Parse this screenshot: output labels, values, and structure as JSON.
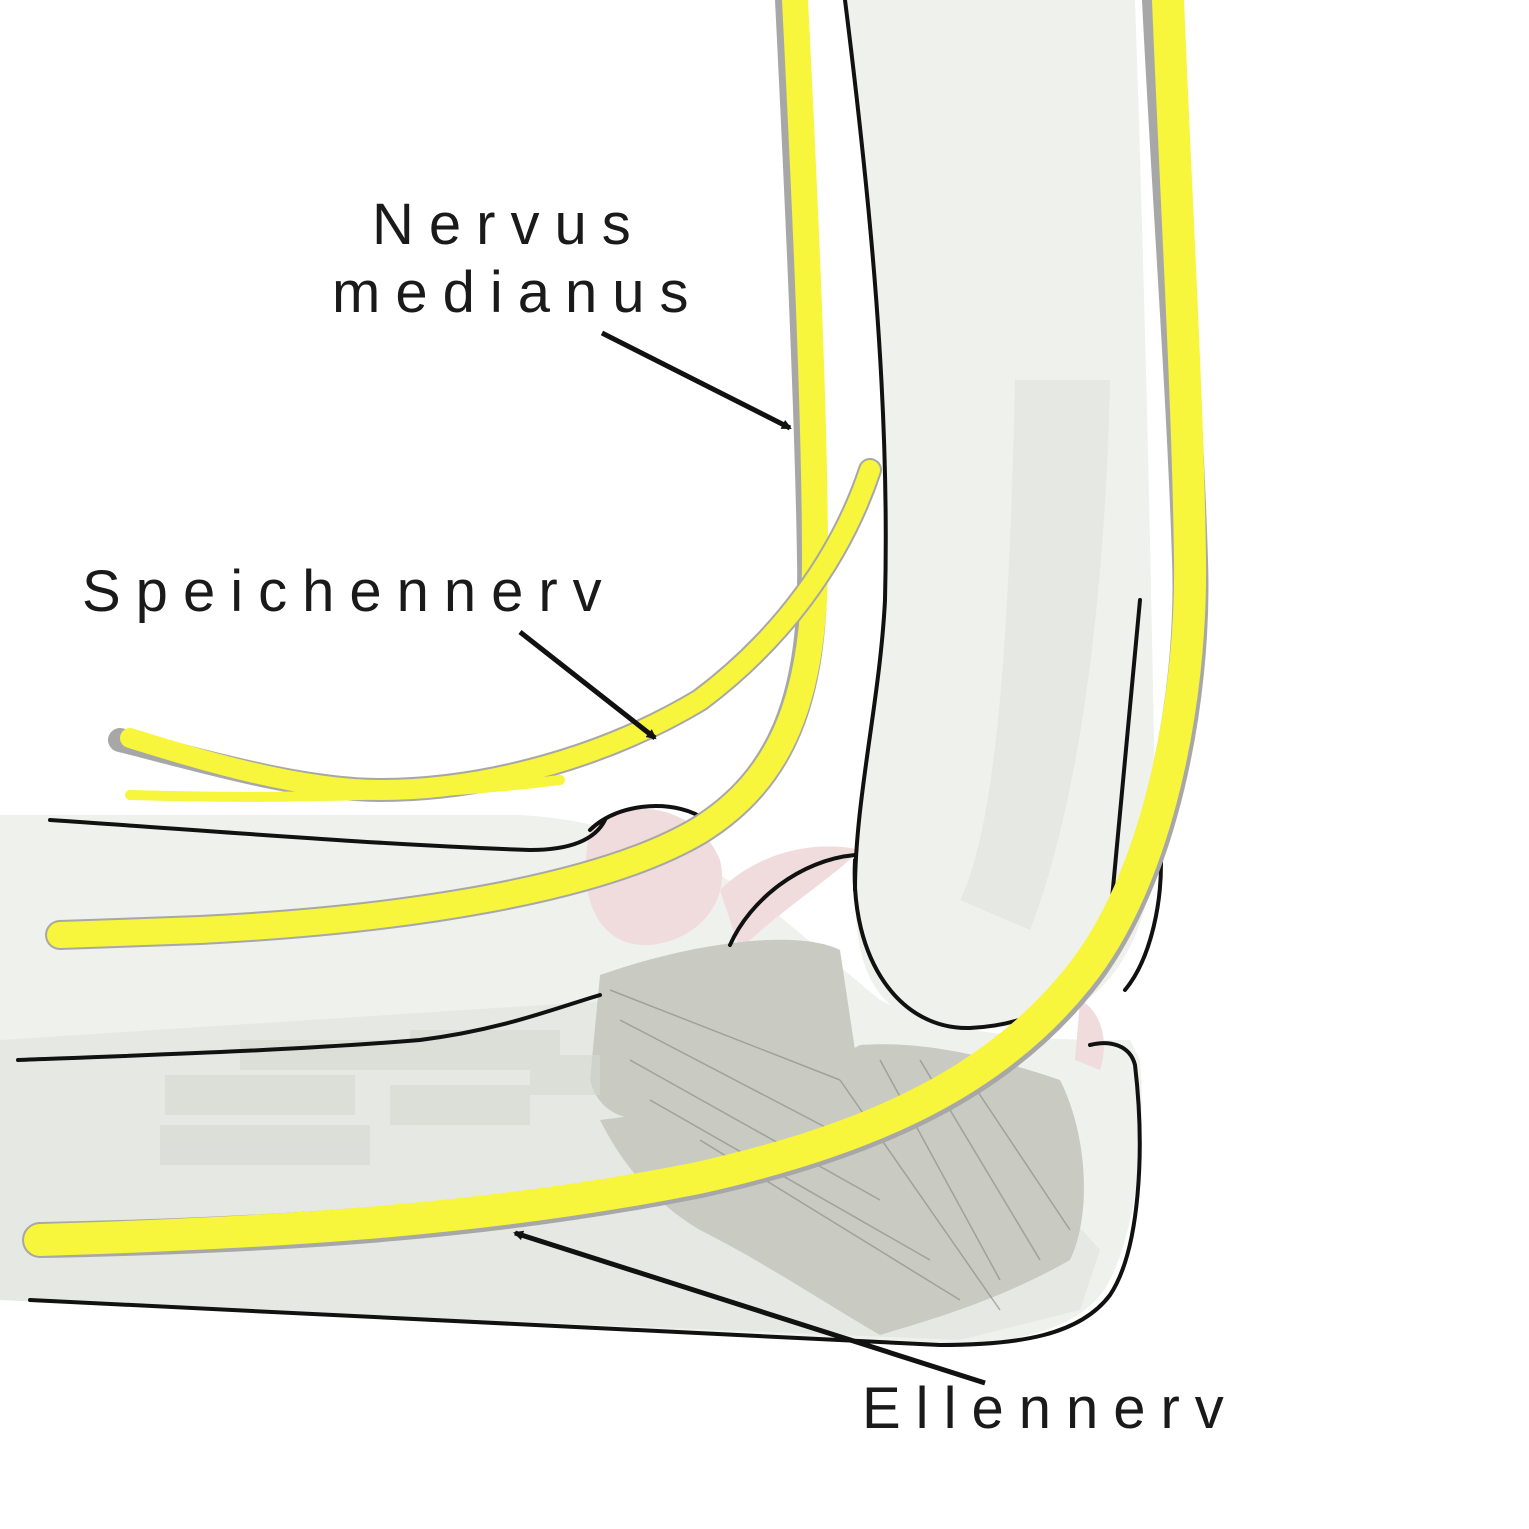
{
  "diagram": {
    "labels": {
      "median_line1": "Nervus",
      "median_line2": "medianus",
      "radial": "Speichennerv",
      "ulnar": "Ellennerv"
    },
    "colors": {
      "nerve": "#f7f53c",
      "nerve_shadow": "#a7a7a7",
      "bone": "#eff1ec",
      "bone_shade": "#dfe1db",
      "muscle": "#c9cbc3",
      "cartilage": "#f1dcdd",
      "outline": "#111111",
      "arrow": "#111111"
    }
  }
}
